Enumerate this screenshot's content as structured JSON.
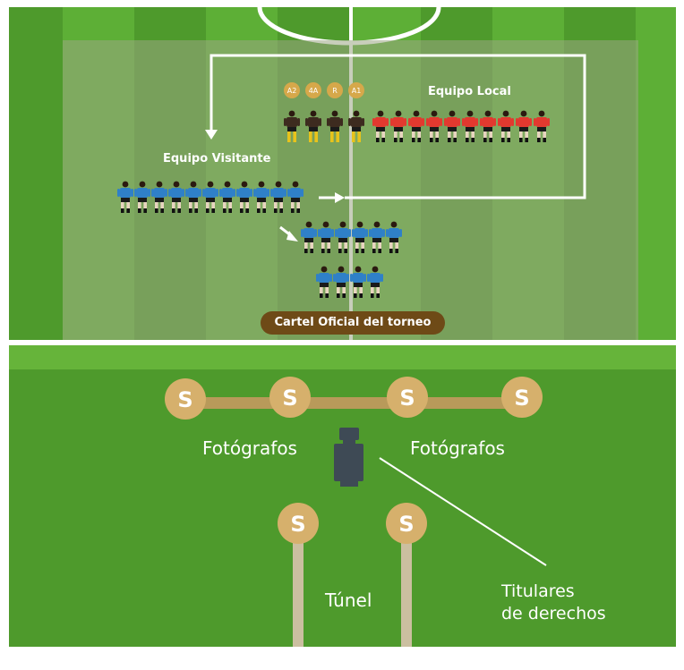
{
  "officials": {
    "badges": [
      "A2",
      "4A",
      "R",
      "A1"
    ]
  },
  "teams": {
    "home_label": "Equipo Local",
    "away_label": "Equipo Visitante"
  },
  "banner_label": "Cartel Oficial del torneo",
  "sideline": {
    "marker_letter": "S",
    "photographers_left": "Fotógrafos",
    "photographers_right": "Fotógrafos",
    "tunnel_label": "Túnel",
    "rights_holders_line1": "Titulares",
    "rights_holders_line2": "de derechos"
  },
  "colors": {
    "pitch_dark": "#4e9a2c",
    "pitch_light": "#5daf36",
    "overlay": "#8c9c72",
    "home_shirt": "#e2392f",
    "away_shirt": "#2f80c8",
    "referee_shirt": "#3d2b1f",
    "referee_socks": "#e8c31b",
    "marker": "#d6b06c",
    "photographer_rail": "#b89a5a",
    "tunnel_pole": "#cbbfa0",
    "banner": "#6e4a17"
  }
}
